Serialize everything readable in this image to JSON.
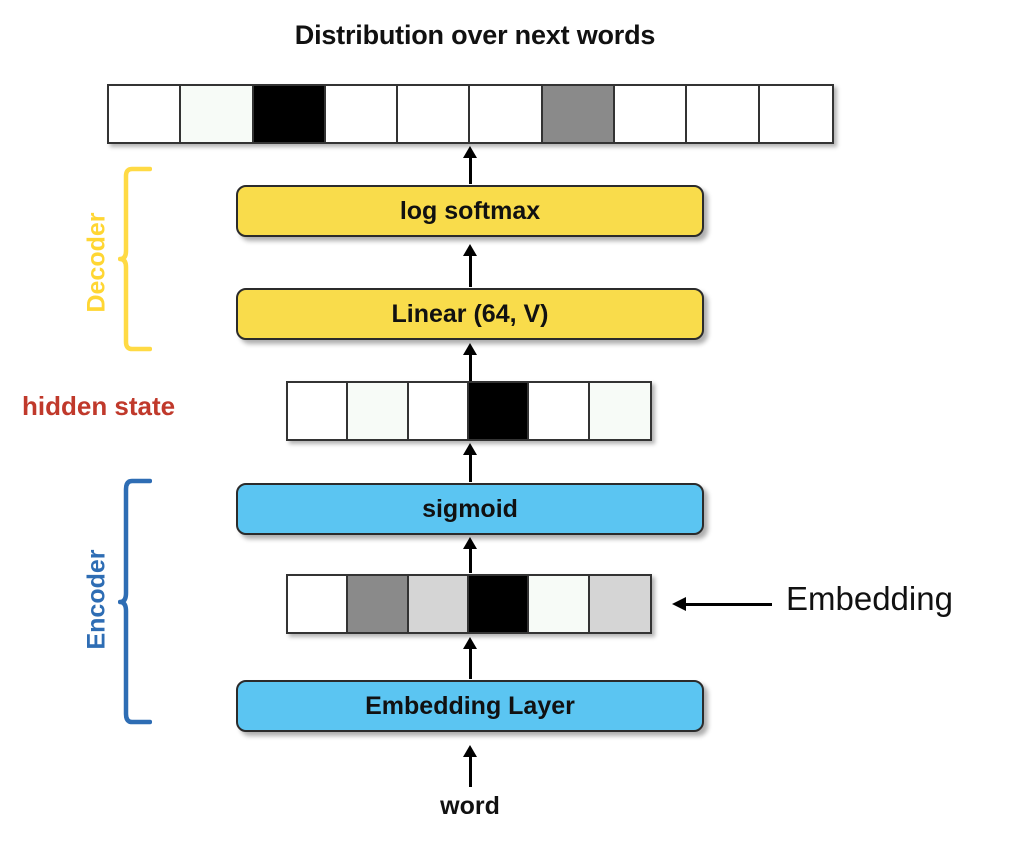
{
  "diagram": {
    "title": "Distribution over next words",
    "colors": {
      "process_yellow": "#F9DC4B",
      "process_blue": "#5BC5F2",
      "decoder_label": "#FFD633",
      "encoder_label": "#2E6DB4",
      "hidden_state_label": "#C0392B",
      "cell_border": "#333333",
      "black_cell": "#000000",
      "mid_gray_cell": "#8A8A8A",
      "light_gray_cell": "#D5D5D5",
      "offwhite_cell": "#F7FBF7",
      "white_cell": "#FFFFFF"
    },
    "distribution_row": {
      "name": "distribution-over-next-words",
      "cell_count": 10,
      "cells": [
        {
          "index": 1,
          "fill": "#FFFFFF",
          "shade": "white"
        },
        {
          "index": 2,
          "fill": "#F7FBF7",
          "shade": "off-white"
        },
        {
          "index": 3,
          "fill": "#000000",
          "shade": "black"
        },
        {
          "index": 4,
          "fill": "#FFFFFF",
          "shade": "white"
        },
        {
          "index": 5,
          "fill": "#FFFFFF",
          "shade": "white"
        },
        {
          "index": 6,
          "fill": "#FFFFFF",
          "shade": "white"
        },
        {
          "index": 7,
          "fill": "#8A8A8A",
          "shade": "mid-gray"
        },
        {
          "index": 8,
          "fill": "#FFFFFF",
          "shade": "white"
        },
        {
          "index": 9,
          "fill": "#FFFFFF",
          "shade": "white"
        },
        {
          "index": 10,
          "fill": "#FFFFFF",
          "shade": "white"
        }
      ]
    },
    "hidden_state_row": {
      "label": "hidden state",
      "cell_count": 6,
      "cells": [
        {
          "index": 1,
          "fill": "#FFFFFF",
          "shade": "white"
        },
        {
          "index": 2,
          "fill": "#F7FBF7",
          "shade": "off-white"
        },
        {
          "index": 3,
          "fill": "#FFFFFF",
          "shade": "white"
        },
        {
          "index": 4,
          "fill": "#000000",
          "shade": "black"
        },
        {
          "index": 5,
          "fill": "#FFFFFF",
          "shade": "white"
        },
        {
          "index": 6,
          "fill": "#F7FBF7",
          "shade": "off-white"
        }
      ]
    },
    "embedding_row": {
      "annotation": "Embedding",
      "cell_count": 6,
      "cells": [
        {
          "index": 1,
          "fill": "#FFFFFF",
          "shade": "white"
        },
        {
          "index": 2,
          "fill": "#8A8A8A",
          "shade": "mid-gray"
        },
        {
          "index": 3,
          "fill": "#D5D5D5",
          "shade": "light-gray"
        },
        {
          "index": 4,
          "fill": "#000000",
          "shade": "black"
        },
        {
          "index": 5,
          "fill": "#F7FBF7",
          "shade": "off-white"
        },
        {
          "index": 6,
          "fill": "#D5D5D5",
          "shade": "light-gray"
        }
      ]
    },
    "boxes": {
      "log_softmax": "log softmax",
      "linear": "Linear (64, V)",
      "sigmoid": "sigmoid",
      "embedding_layer": "Embedding Layer"
    },
    "groups": {
      "decoder": "Decoder",
      "encoder": "Encoder"
    },
    "input_label": "word"
  }
}
